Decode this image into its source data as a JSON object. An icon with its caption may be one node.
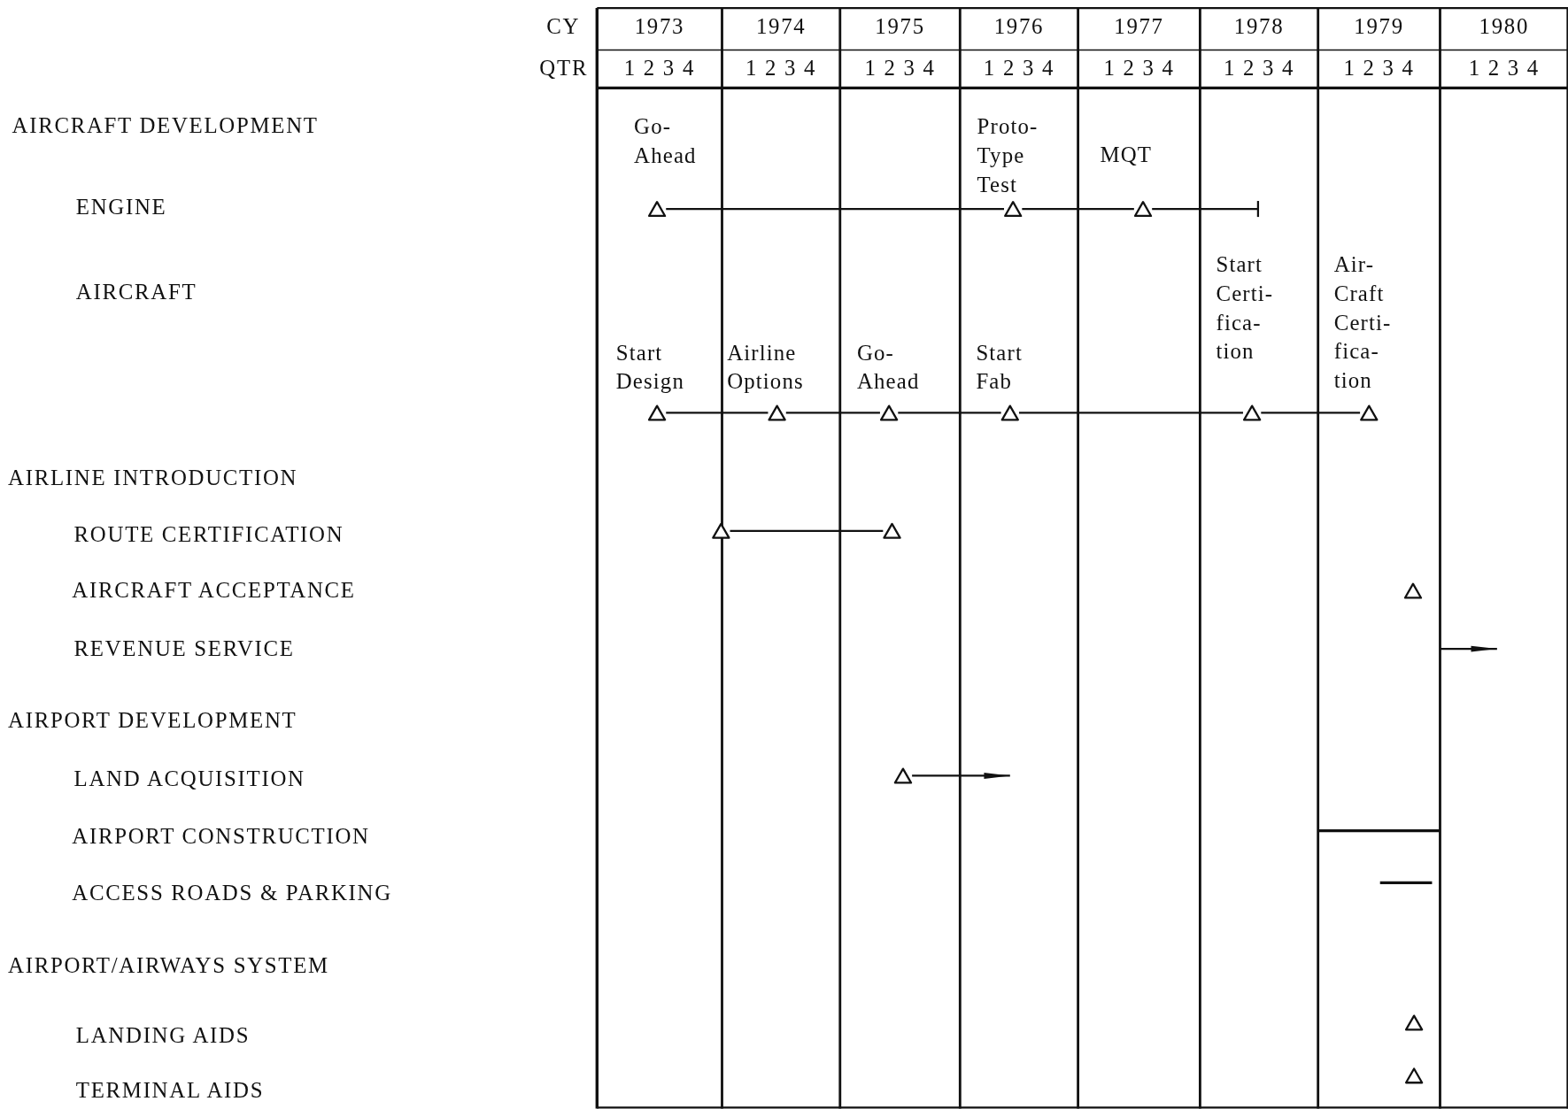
{
  "diagram": {
    "nodes": [
      {
        "text": [
          "Go- Ahead"
        ]
      },
      {
        "text": [
          "Proto- Type Test"
        ]
      },
      {
        "text": [
          "MQT"
        ]
      },
      {
        "text": [],
        "shape": "bar"
      },
      {
        "text": [
          "Start Design"
        ]
      },
      {
        "text": [
          "Airline Options"
        ]
      },
      {
        "text": [
          "Go- Ahead"
        ]
      },
      {
        "text": [
          "Start Fab"
        ]
      },
      {
        "text": [
          "Start Certi- fica- tion"
        ]
      },
      {
        "text": [
          "Air- Craft Certi- fica- tion"
        ]
      },
      {
        "text": [],
        "shape": "triangle"
      },
      {
        "text": [],
        "shape": "triangle"
      },
      {
        "text": [],
        "shape": "triangle"
      },
      {
        "text": [],
        "shape": "triangle"
      },
      {
        "text": [],
        "shape": "triangle"
      },
      {
        "text": [],
        "shape": "triangle"
      }
    ],
    "edges": [
      {
        "from": 0,
        "to": 1,
        "arrow": "none"
      },
      {
        "from": 1,
        "to": 2,
        "arrow": "none"
      },
      {
        "from": 2,
        "to": 3,
        "arrow": "none"
      },
      {
        "from": 4,
        "to": 5,
        "arrow": "none"
      },
      {
        "from": 5,
        "to": 6,
        "arrow": "none"
      },
      {
        "from": 6,
        "to": 7,
        "arrow": "none"
      },
      {
        "from": 7,
        "to": 8,
        "arrow": "none"
      },
      {
        "from": 8,
        "to": 9,
        "arrow": "none"
      },
      {
        "from": 10,
        "to": 11,
        "arrow": "none"
      },
      {
        "from": 13,
        "to": null,
        "arrow": "to"
      }
    ],
    "labels": [
      "CY",
      "1973",
      "1974",
      "1975",
      "1976",
      "1977",
      "1978",
      "1979",
      "1980",
      "QTR",
      "1 2 3 4",
      "1 2 3 4",
      "1 2 3 4",
      "1 2 3 4",
      "1 2 3 4",
      "1 2 3 4",
      "1 2 3 4",
      "1 2 3 4",
      "AIRCRAFT DEVELOPMENT",
      "ENGINE",
      "AIRCRAFT",
      "AIRLINE INTRODUCTION",
      "ROUTE CERTIFICATION",
      "AIRCRAFT ACCEPTANCE",
      "REVENUE SERVICE",
      "AIRPORT DEVELOPMENT",
      "LAND ACQUISITION",
      "AIRPORT CONSTRUCTION",
      "ACCESS ROADS & PARKING",
      "AIRPORT/AIRWAYS SYSTEM",
      "LANDING AIDS",
      "TERMINAL AIDS"
    ]
  }
}
